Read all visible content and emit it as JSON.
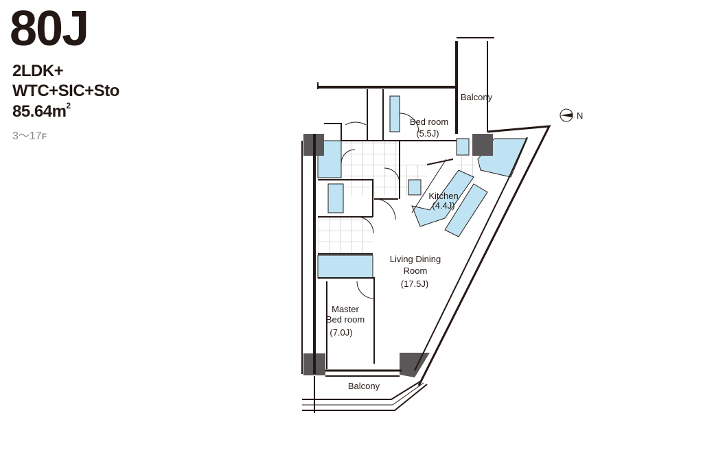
{
  "unit": {
    "code": "80J",
    "layout_type": "2LDK+",
    "storage_types": "WTC+SIC+Sto",
    "area_value": "85.64",
    "area_unit": "m",
    "area_unit_sup": "2",
    "floors_range": "3～17",
    "floors_suffix": "F"
  },
  "rooms": {
    "balcony_top": "Balcony",
    "bedroom_name": "Bed room",
    "bedroom_size": "(5.5J)",
    "kitchen_name": "Kitchen",
    "kitchen_size": "(4.4J)",
    "ldk_name_1": "Living Dining",
    "ldk_name_2": "Room",
    "ldk_size": "(17.5J)",
    "master_name_1": "Master",
    "master_name_2": "Bed room",
    "master_size": "(7.0J)",
    "balcony_bottom": "Balcony"
  },
  "compass": {
    "label": "N"
  },
  "colors": {
    "wall": "#231815",
    "fixture": "#bfe3f2",
    "column": "#595757",
    "floor_grid": "#9fa0a0"
  }
}
